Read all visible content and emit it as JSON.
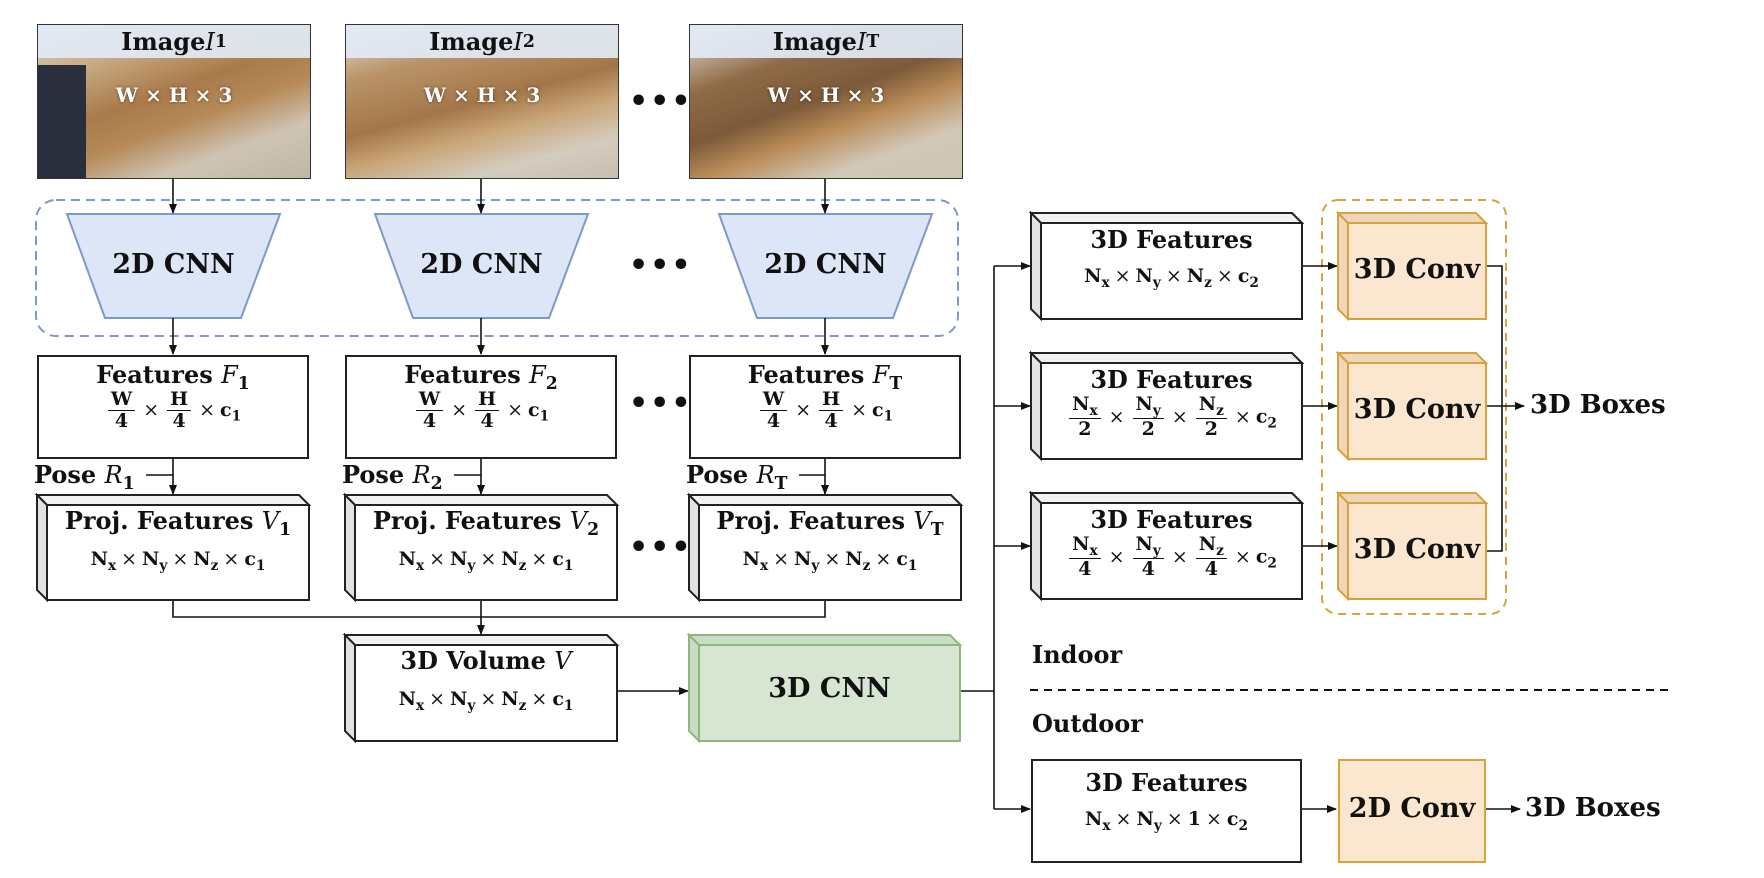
{
  "images": [
    {
      "title": "Image ",
      "var": "I",
      "sub": "1",
      "dims": "W × H × 3"
    },
    {
      "title": "Image ",
      "var": "I",
      "sub": "2",
      "dims": "W × H × 3"
    },
    {
      "title": "Image ",
      "var": "I",
      "sub": "T",
      "dims": "W × H × 3"
    }
  ],
  "ellipsis": "•••",
  "cnn2d": {
    "label": "2D CNN",
    "count": 3,
    "fill": "#dce6f7",
    "stroke": "#7d99c8"
  },
  "features": [
    {
      "title": "Features ",
      "var": "F",
      "sub": "1",
      "num1": "W",
      "den1": "4",
      "num2": "H",
      "den2": "4",
      "tail": "c",
      "tailsub": "1"
    },
    {
      "title": "Features ",
      "var": "F",
      "sub": "2",
      "num1": "W",
      "den1": "4",
      "num2": "H",
      "den2": "4",
      "tail": "c",
      "tailsub": "1"
    },
    {
      "title": "Features ",
      "var": "F",
      "sub": "T",
      "num1": "W",
      "den1": "4",
      "num2": "H",
      "den2": "4",
      "tail": "c",
      "tailsub": "1"
    }
  ],
  "poses": [
    {
      "label": "Pose ",
      "var": "R",
      "sub": "1"
    },
    {
      "label": "Pose ",
      "var": "R",
      "sub": "2"
    },
    {
      "label": "Pose ",
      "var": "R",
      "sub": "T"
    }
  ],
  "proj_features": [
    {
      "title": "Proj. Features ",
      "var": "V",
      "sub": "1",
      "dims": [
        "N",
        "x",
        "N",
        "y",
        "N",
        "z",
        "c",
        "1"
      ]
    },
    {
      "title": "Proj. Features ",
      "var": "V",
      "sub": "2",
      "dims": [
        "N",
        "x",
        "N",
        "y",
        "N",
        "z",
        "c",
        "1"
      ]
    },
    {
      "title": "Proj. Features ",
      "var": "V",
      "sub": "T",
      "dims": [
        "N",
        "x",
        "N",
        "y",
        "N",
        "z",
        "c",
        "1"
      ]
    }
  ],
  "volume": {
    "title": "3D Volume ",
    "var": "V",
    "dims": [
      "N",
      "x",
      "N",
      "y",
      "N",
      "z",
      "c",
      "1"
    ]
  },
  "cnn3d": {
    "label": "3D CNN",
    "fill": "#d6e6d3",
    "stroke": "#8cb87e"
  },
  "indoor": {
    "label": "Indoor",
    "features": [
      {
        "title": "3D Features",
        "kind": "plain",
        "dims": [
          "N",
          "x",
          "N",
          "y",
          "N",
          "z",
          "c",
          "2"
        ]
      },
      {
        "title": "3D Features",
        "kind": "frac",
        "den": "2",
        "tail": [
          "c",
          "2"
        ]
      },
      {
        "title": "3D Features",
        "kind": "frac",
        "den": "4",
        "tail": [
          "c",
          "2"
        ]
      }
    ],
    "conv_label": "3D Conv",
    "output": "3D Boxes"
  },
  "outdoor": {
    "label": "Outdoor",
    "features": {
      "title": "3D Features",
      "dims": [
        "N",
        "x",
        "N",
        "y",
        "1",
        "c",
        "2"
      ]
    },
    "conv_label": "2D Conv",
    "output": "3D Boxes"
  },
  "colors": {
    "conv_fill": "#fbe7d0",
    "conv_stroke": "#d6a33a",
    "blue_dash": "#7d99c8",
    "orange_dash": "#d6a33a",
    "box_side": "#e2e2e2"
  }
}
